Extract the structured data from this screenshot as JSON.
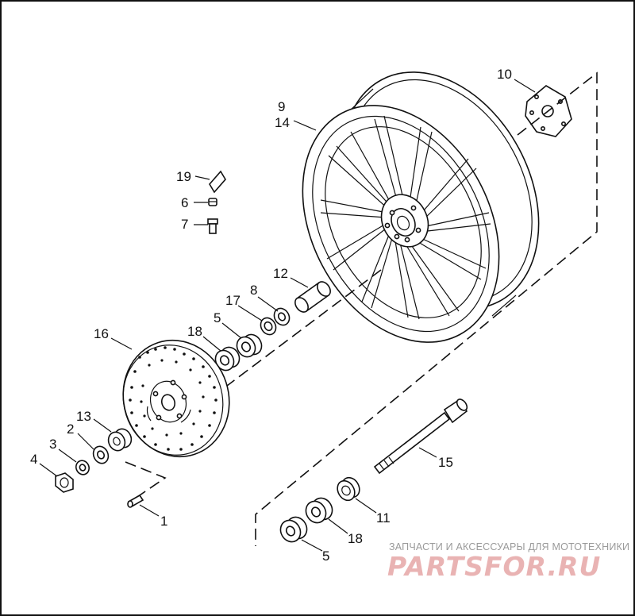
{
  "callouts": {
    "c1": "1",
    "c2": "2",
    "c3": "3",
    "c4": "4",
    "c5a": "5",
    "c5b": "5",
    "c6": "6",
    "c7": "7",
    "c8": "8",
    "c9": "9",
    "c10": "10",
    "c11": "11",
    "c12": "12",
    "c13": "13",
    "c14": "14",
    "c15": "15",
    "c16": "16",
    "c17": "17",
    "c18a": "18",
    "c18b": "18",
    "c19": "19"
  },
  "watermark": {
    "tagline": "ЗАПЧАСТИ И АКСЕССУАРЫ ДЛЯ МОТОТЕХНИКИ",
    "logo": "PARTSFOR.RU"
  },
  "colors": {
    "line": "#111111",
    "watermark_text": "#9a9a9a",
    "watermark_logo": "#e9b3b3"
  }
}
